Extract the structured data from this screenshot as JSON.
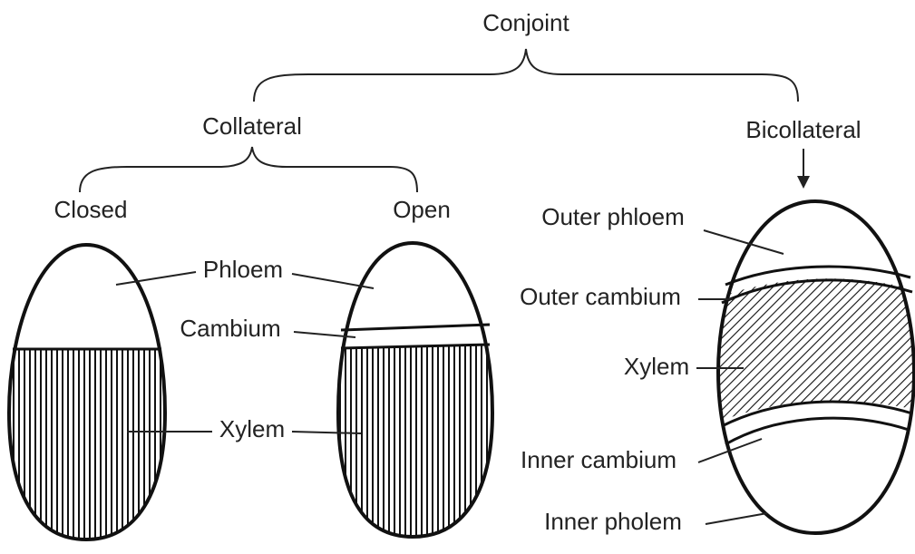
{
  "tree": {
    "root": "Conjoint",
    "collateral": "Collateral",
    "bicollateral": "Bicollateral",
    "closed": "Closed",
    "open": "Open"
  },
  "labels": {
    "phloem": "Phloem",
    "cambium": "Cambium",
    "xylem": "Xylem",
    "outer_phloem": "Outer phloem",
    "outer_cambium": "Outer cambium",
    "bi_xylem": "Xylem",
    "inner_cambium": "Inner cambium",
    "inner_phloem": "Inner pholem"
  }
}
